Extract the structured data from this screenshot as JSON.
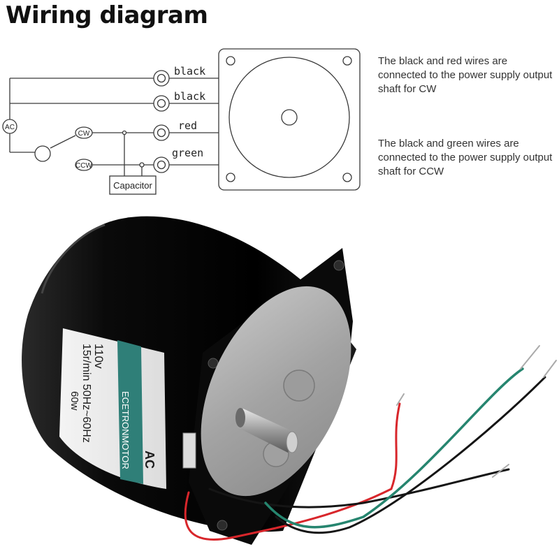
{
  "title": "Wiring diagram",
  "notes": {
    "cw": "The black and red wires are connected to the power supply output shaft for CW",
    "ccw": "The black and green wires are connected to the power supply output shaft for CCW"
  },
  "diagram": {
    "ac_label": "AC",
    "cw_label": "CW",
    "ccw_label": "CCW",
    "capacitor_label": "Capacitor",
    "wires": [
      "black",
      "black",
      "red",
      "green"
    ]
  },
  "motor_label": {
    "voltage": "110v",
    "speed_freq": "15r/min 50Hz~60Hz",
    "power": "60w",
    "brand": "ECETRONMOTOR",
    "model": "AC"
  },
  "colors": {
    "line": "#3a3a3a",
    "motor_body": "#0d0d0d",
    "gear_plate": "#a7a7a7",
    "label_teal": "#2f7f78",
    "wire_red": "#d8262b",
    "wire_green": "#26856f",
    "wire_black": "#151515"
  }
}
